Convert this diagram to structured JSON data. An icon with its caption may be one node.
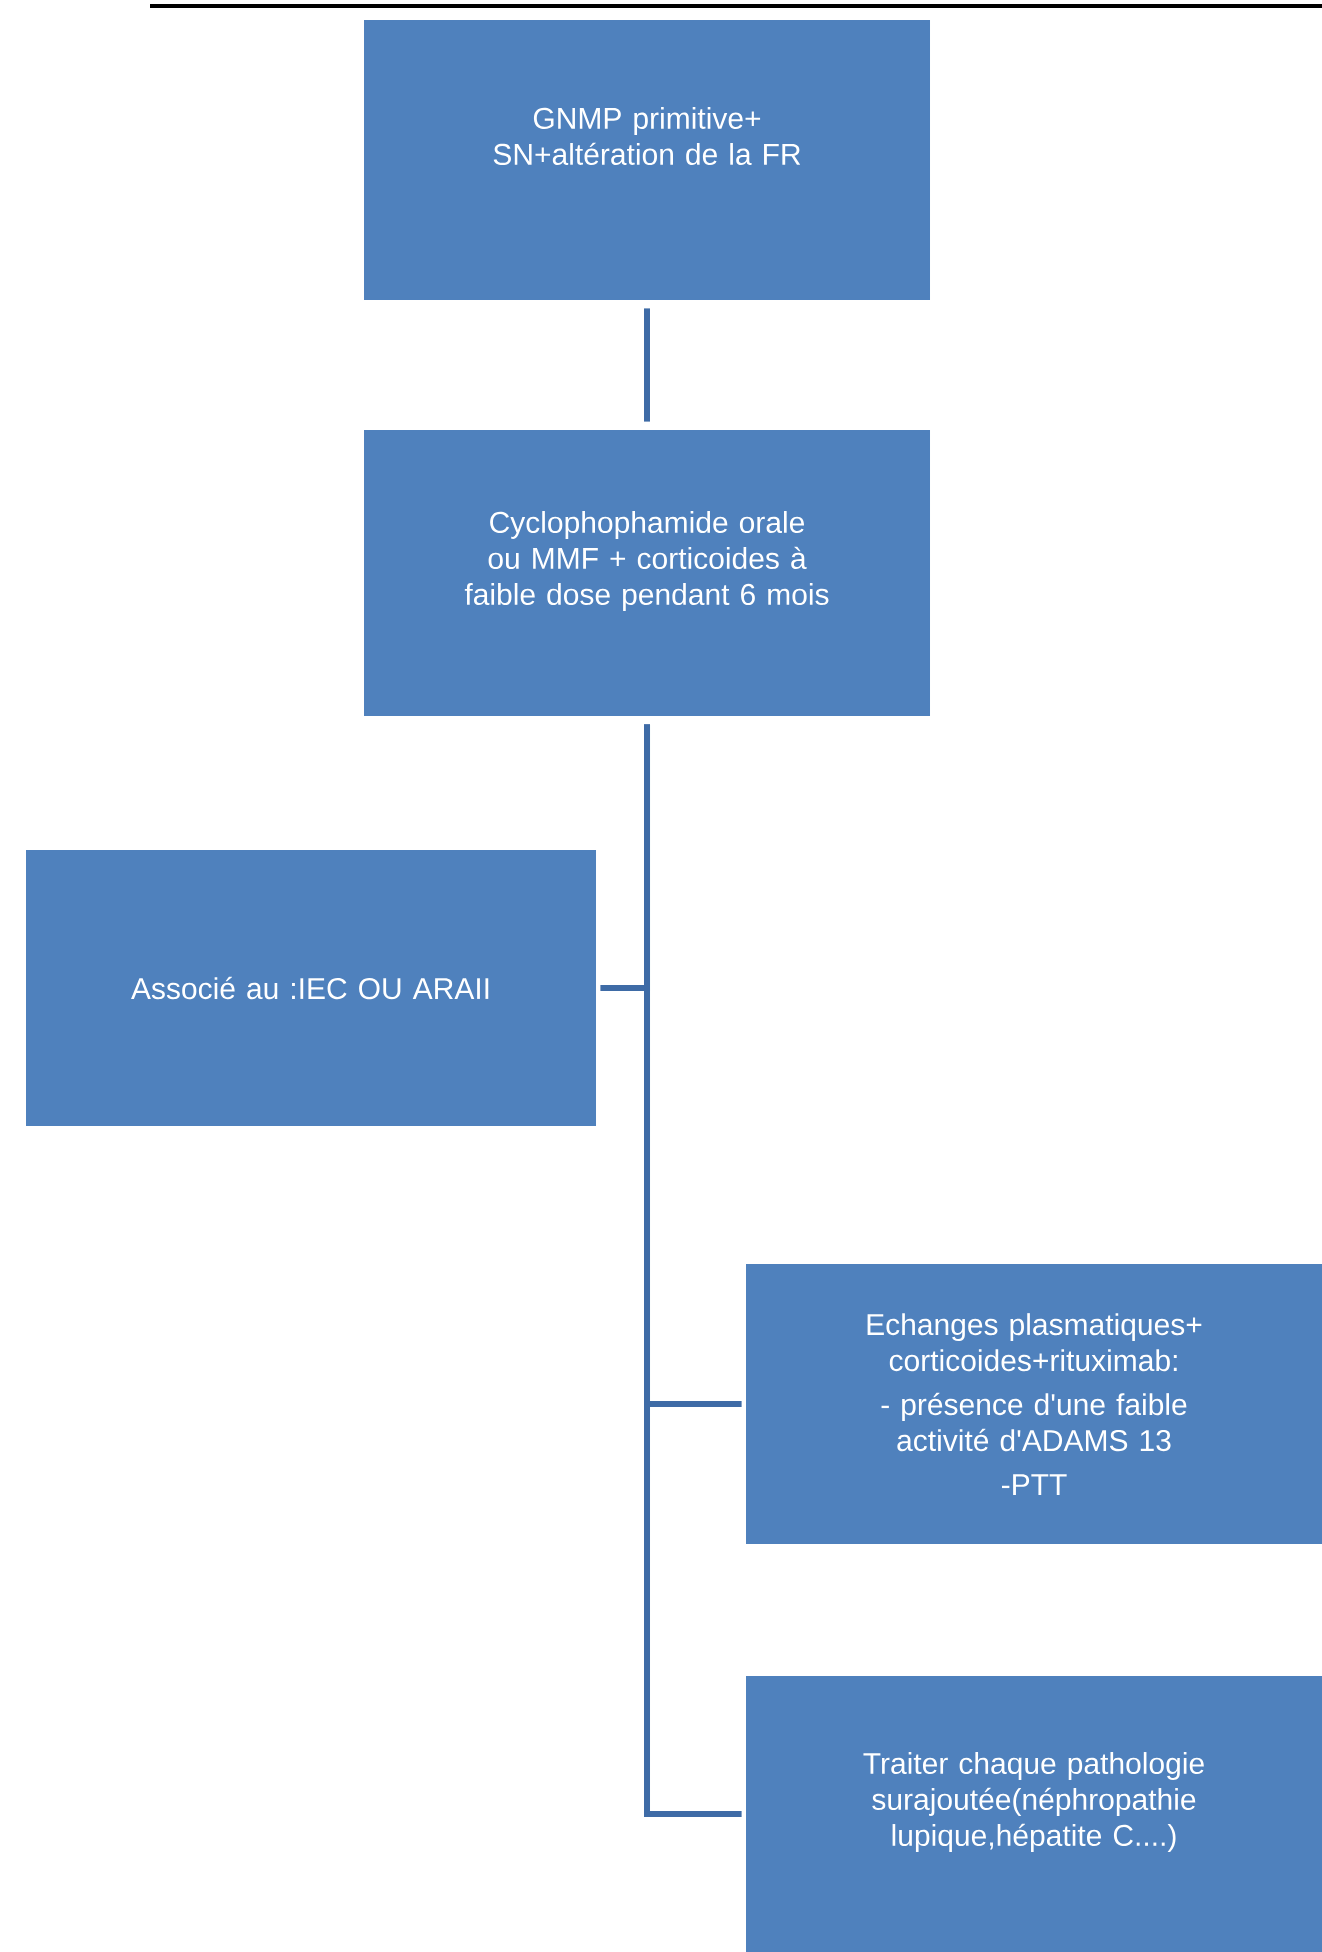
{
  "diagram": {
    "nodes": [
      {
        "text": [
          "GNMP primitive+ SN+altération de la FR"
        ]
      },
      {
        "text": [
          "Cyclophophamide orale ou MMF + corticoides à faible dose pendant 6 mois"
        ]
      },
      {
        "text": [
          "Associé au :IEC OU ARAII"
        ]
      },
      {
        "text": [
          "Echanges plasmatiques+ corticoides+rituximab:",
          "- présence d'une faible activité d'ADAMS 13",
          "-PTT"
        ]
      },
      {
        "text": [
          "Traiter chaque pathologie surajoutée(néphropathie lupique,hépatite C....)"
        ]
      }
    ],
    "edges": [
      {
        "from": 0,
        "to": 1,
        "arrow": "none"
      },
      {
        "from": 1,
        "to": 2,
        "arrow": "none"
      },
      {
        "from": 1,
        "to": 3,
        "arrow": "none"
      },
      {
        "from": 1,
        "to": 4,
        "arrow": "none"
      }
    ]
  }
}
